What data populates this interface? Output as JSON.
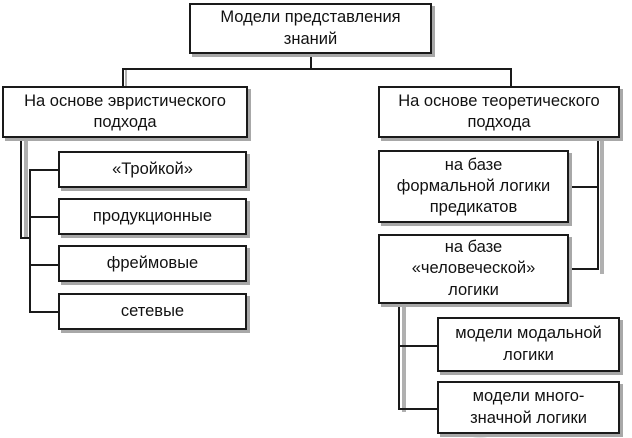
{
  "diagram": {
    "root": "Модели представления\nзнаний",
    "left_branch": {
      "title": "На основе эвристического\nподхода",
      "items": [
        "«Тройкой»",
        "продукционные",
        "фреймовые",
        "сетевые"
      ]
    },
    "right_branch": {
      "title": "На основе теоретического\nподхода",
      "items": [
        "на базе\nформальной логики\nпредикатов",
        "на базе\n«человеческой»\nлогики"
      ],
      "subitems": [
        "модели модальной\nлогики",
        "модели много-\nзначной логики"
      ]
    }
  }
}
